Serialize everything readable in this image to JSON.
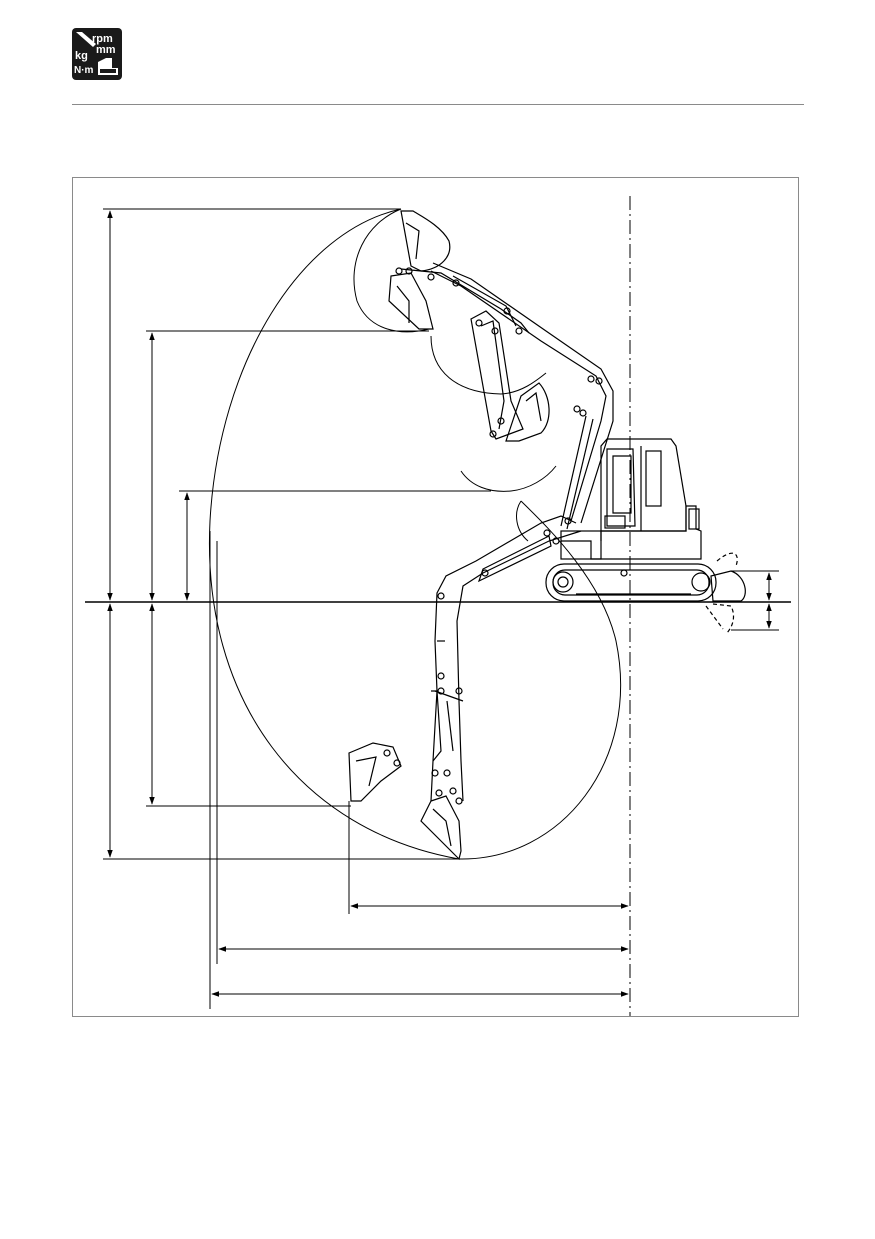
{
  "header": {
    "icon": "specification-units-icon",
    "icon_labels": [
      "rpm",
      "mm",
      "kg",
      "N·m"
    ]
  },
  "diagram": {
    "subject": "excavator-working-range",
    "line_color": "#000000"
  }
}
